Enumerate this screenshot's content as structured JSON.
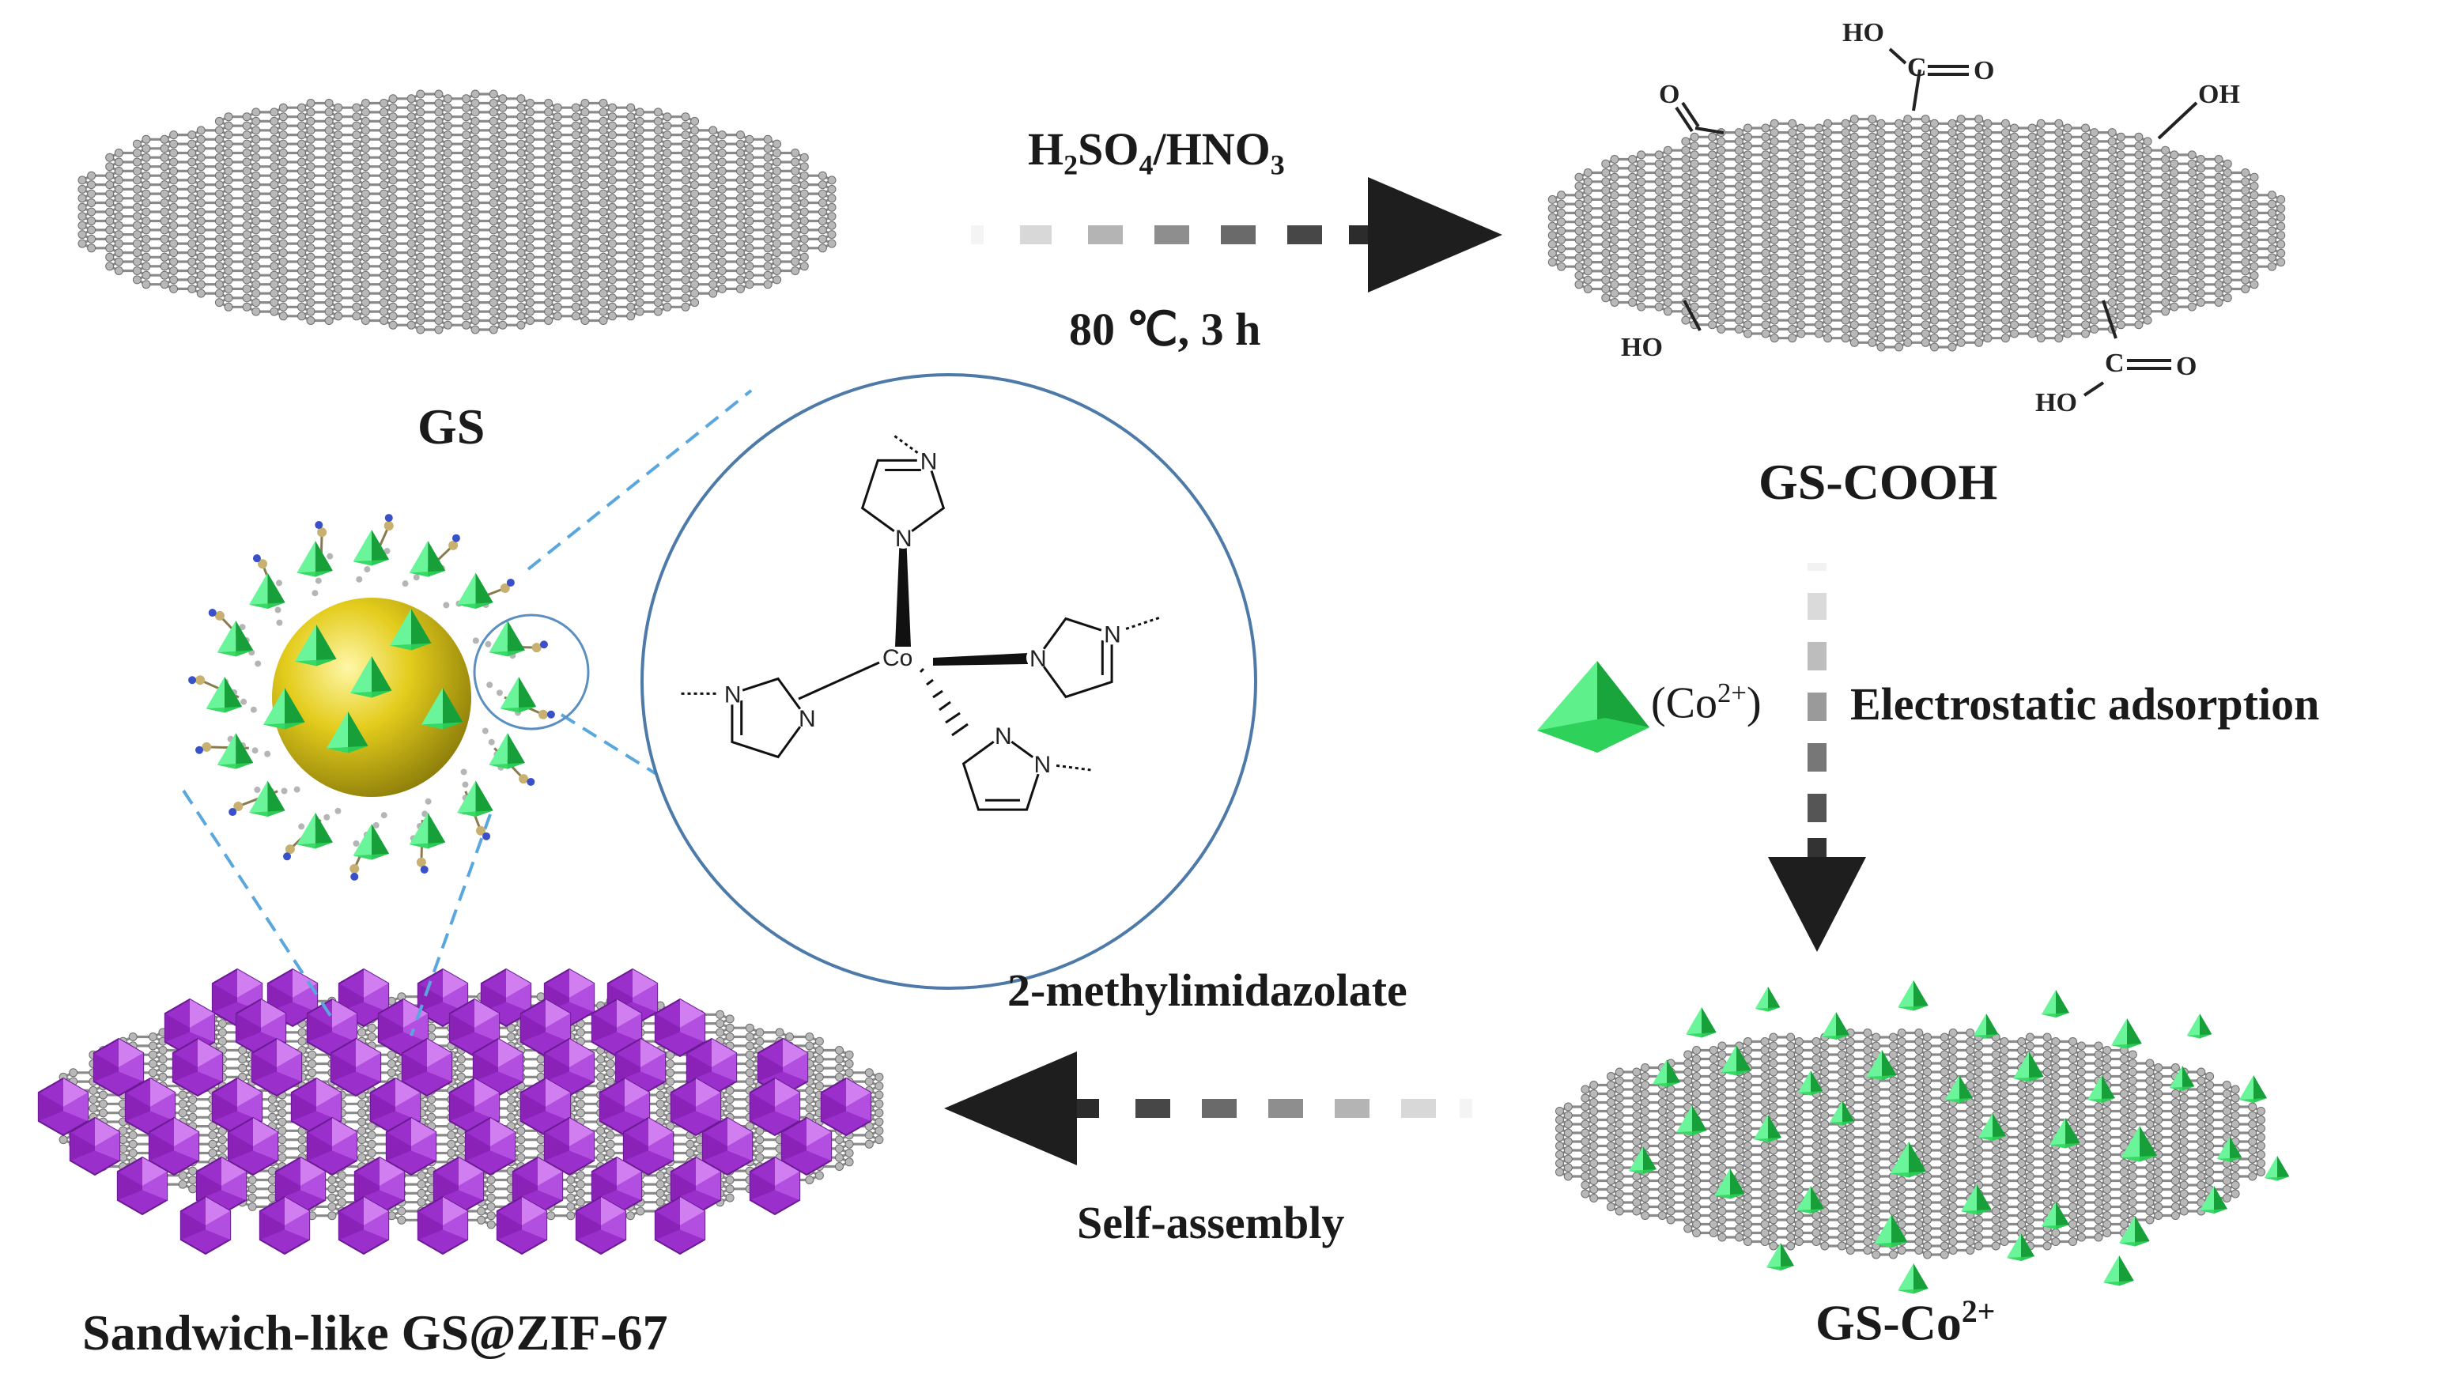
{
  "colors": {
    "graphene": "#8a8a8a",
    "atom": "#b8b8b8",
    "arrow": "#1e1e1e",
    "cobalt": "#2fd45a",
    "zif": "#a23ad0",
    "core": "#e2cc1a",
    "zoom_line": "#5aa7dd",
    "circle": "#4d7aa8"
  },
  "labels": {
    "gs": "GS",
    "gs_cooh": "GS-COOH",
    "gs_co_prefix": "GS-Co",
    "gs_co_charge": "2+",
    "final": "Sandwich-like GS@ZIF-67"
  },
  "steps": {
    "acid_h2": "H",
    "acid_sub2": "2",
    "acid_mid": "SO",
    "acid_sub4": "4",
    "acid_hno": "/HNO",
    "acid_sub3": "3",
    "condition": "80 ℃, 3 h",
    "adsorption": "Electrostatic adsorption",
    "co_ion_open": "(Co",
    "co_ion_charge": "2+",
    "co_ion_close": ")",
    "ligand": "2-methylimidazolate",
    "assembly": "Self-assembly"
  },
  "functional_groups": {
    "ho_top": "HO",
    "c_top": "C",
    "o_top": "O",
    "o_left": "O",
    "oh_right": "OH",
    "ho_left": "HO",
    "ho_bottom": "HO",
    "c_bottom": "C",
    "o_bottom": "O"
  },
  "structure": {
    "center_atom": "Co",
    "imidazole_n1": "N",
    "imidazole_n2": "N"
  }
}
